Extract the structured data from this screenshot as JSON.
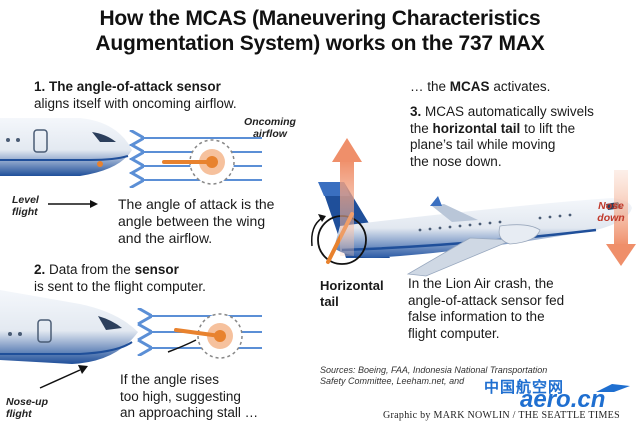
{
  "title": {
    "line1": "How the MCAS (Maneuvering Characteristics",
    "line2": "Augmentation System) works on the 737 MAX"
  },
  "step1": {
    "num": "1.",
    "bold": "The angle-of-attack sensor",
    "rest": "aligns itself with oncoming airflow."
  },
  "oncoming_airflow": [
    "Oncoming",
    "airflow"
  ],
  "level_flight": [
    "Level",
    "flight"
  ],
  "angle_desc": [
    "The angle of attack is the",
    "angle between the wing",
    "and the airflow."
  ],
  "step2": {
    "num": "2.",
    "pre": "Data from the",
    "bold": "sensor",
    "rest": "is sent to the flight computer."
  },
  "nose_up": [
    "Nose-up",
    "flight"
  ],
  "angle_rises": [
    "If the angle rises",
    "too high, suggesting",
    "an approaching stall …"
  ],
  "mcas_activates": {
    "pre": "… the",
    "bold": "MCAS",
    "post": "activates."
  },
  "step3": {
    "num": "3.",
    "line1": "MCAS automatically swivels",
    "line2_pre": "the",
    "line2_bold": "horizontal tail",
    "line2_post": "to lift the",
    "line3": "plane’s tail while moving",
    "line4": "the nose down."
  },
  "nose_down": [
    "Nose",
    "down"
  ],
  "horizontal_tail": [
    "Horizontal",
    "tail"
  ],
  "lion_air": [
    "In the Lion Air crash, the",
    "angle-of-attack sensor fed",
    "false information to the",
    "flight computer."
  ],
  "sources": [
    "Sources: Boeing, FAA, Indonesia National Transportation",
    "Safety Committee, Leeham.net, and"
  ],
  "credit": "Graphic by MARK NOWLIN / THE SEATTLE TIMES",
  "watermark": {
    "cn": "中国航空网",
    "en": "aero.cn"
  },
  "colors": {
    "arrow_blue": "#5b8fd6",
    "arrow_orange": "#f0a07a",
    "sensor_orange": "#e8822e",
    "plane_blue": "#1f4f9a"
  }
}
